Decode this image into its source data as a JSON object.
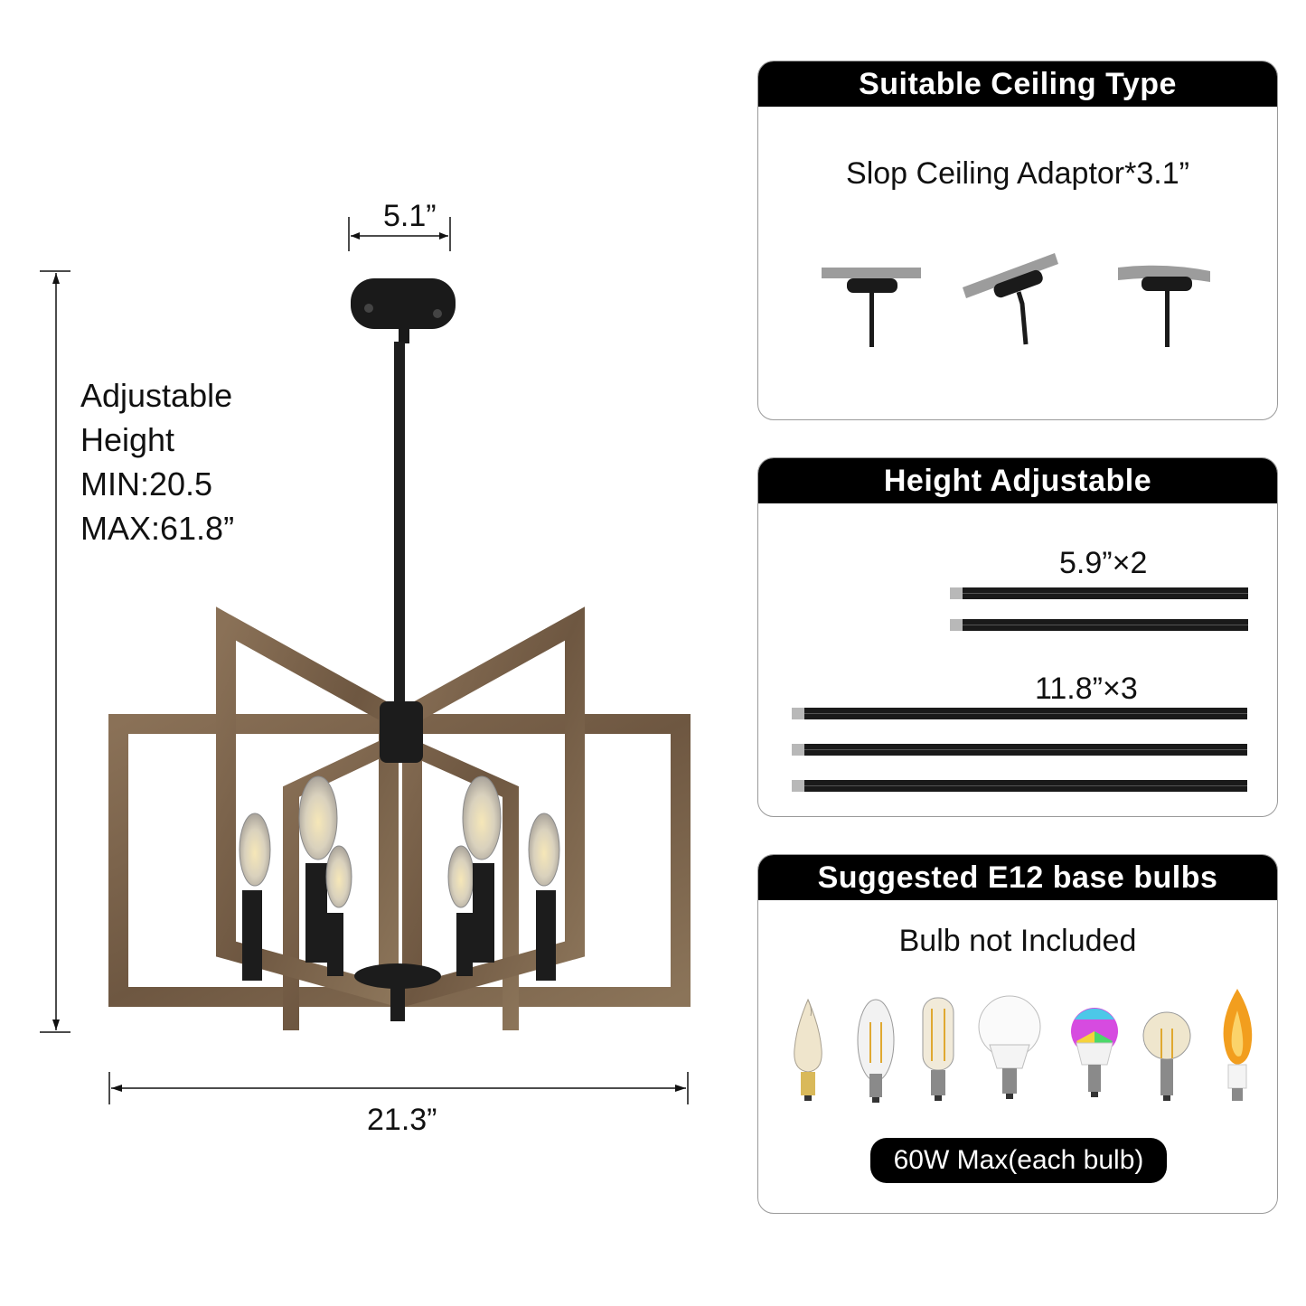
{
  "dimensions": {
    "canopy_width": "5.1”",
    "overall_width": "21.3”",
    "height_lines": [
      "Adjustable",
      "Height",
      "MIN:20.5",
      "MAX:61.8”"
    ]
  },
  "panels": {
    "ceiling": {
      "title": "Suitable Ceiling Type",
      "subtitle": "Slop Ceiling Adaptor*3.1”"
    },
    "height": {
      "title": "Height Adjustable",
      "short_rods_label": "5.9”×2",
      "long_rods_label": "11.8”×3",
      "short_rod_count": 2,
      "long_rod_count": 3
    },
    "bulbs": {
      "title": "Suggested E12 base bulbs",
      "note": "Bulb not Included",
      "max_wattage": "60W Max(each bulb)",
      "bulb_types": [
        "candle-flame-tip-bulb-icon",
        "candle-led-bulb-icon",
        "tubular-led-bulb-icon",
        "globe-led-bulb-icon",
        "rgb-color-bulb-icon",
        "clear-globe-bulb-icon",
        "flame-effect-bulb-icon"
      ]
    }
  },
  "colors": {
    "wood": "#7a6248",
    "metal": "#1c1c1c",
    "header": "#000000"
  }
}
